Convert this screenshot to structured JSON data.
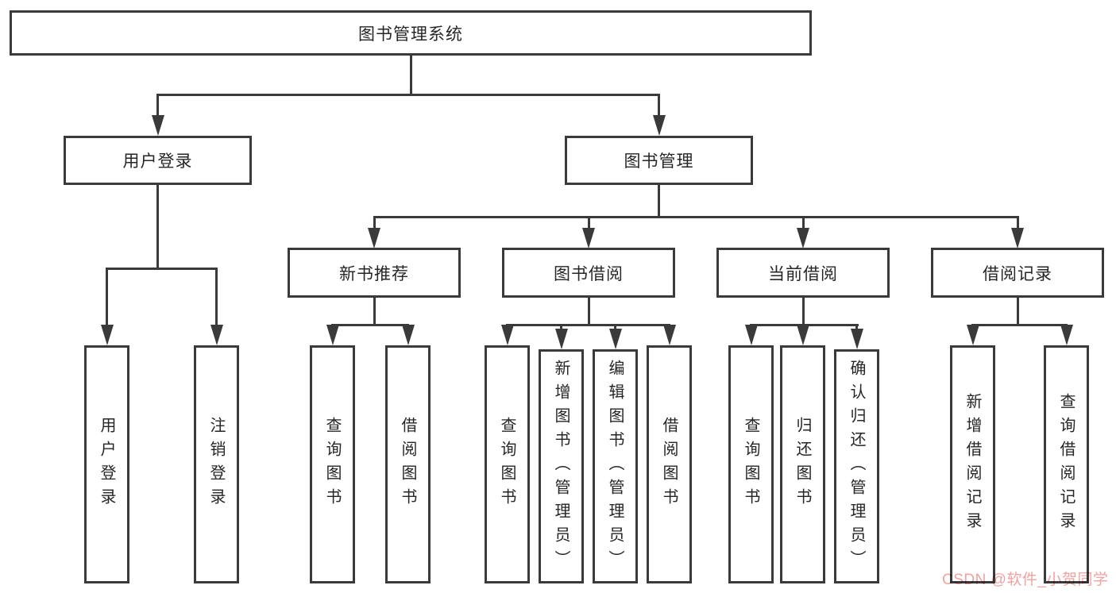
{
  "colors": {
    "line": "#3a3a3a",
    "text": "#262626",
    "box_background": "#ffffff",
    "watermark": "#f0a3a0"
  },
  "watermark": {
    "text": "CSDN @软件_小贺同学"
  },
  "tree": {
    "root": {
      "label": "图书管理系统"
    },
    "branches": [
      {
        "label": "用户登录",
        "children": [
          {
            "label": "用户登录"
          },
          {
            "label": "注销登录"
          }
        ]
      },
      {
        "label": "图书管理",
        "groups": [
          {
            "label": "新书推荐",
            "children": [
              {
                "label": "查询图书"
              },
              {
                "label": "借阅图书"
              }
            ]
          },
          {
            "label": "图书借阅",
            "children": [
              {
                "label": "查询图书"
              },
              {
                "label": "新增图书（管理员）"
              },
              {
                "label": "编辑图书（管理员）"
              },
              {
                "label": "借阅图书"
              }
            ]
          },
          {
            "label": "当前借阅",
            "children": [
              {
                "label": "查询图书"
              },
              {
                "label": "归还图书"
              },
              {
                "label": "确认归还（管理员）"
              }
            ]
          },
          {
            "label": "借阅记录",
            "children": [
              {
                "label": "新增借阅记录"
              },
              {
                "label": "查询借阅记录"
              }
            ]
          }
        ]
      }
    ]
  }
}
